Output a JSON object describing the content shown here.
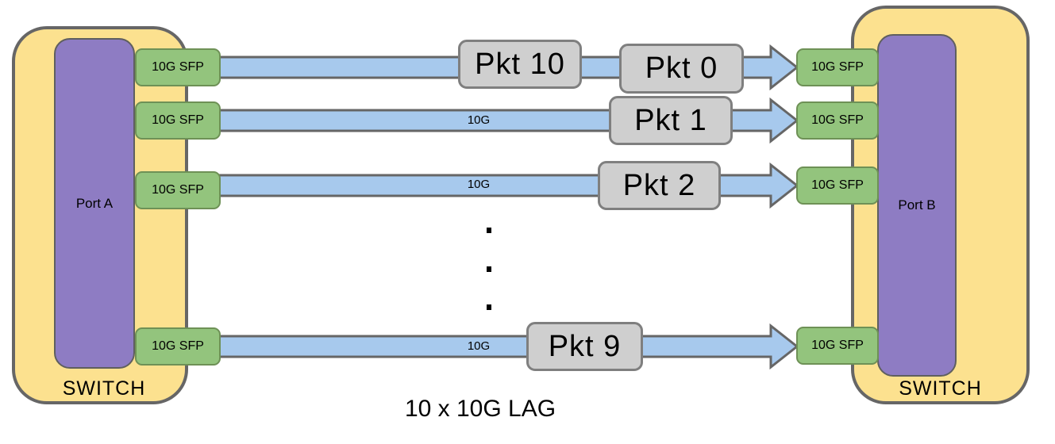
{
  "diagram": {
    "caption": "10 x 10G LAG",
    "ellipsis": "⋮",
    "left_switch": {
      "label": "SWITCH",
      "port": "Port A",
      "sfps": [
        "10G SFP",
        "10G SFP",
        "10G SFP",
        "10G SFP"
      ]
    },
    "right_switch": {
      "label": "SWITCH",
      "port": "Port B",
      "sfps": [
        "10G SFP",
        "10G SFP",
        "10G SFP",
        "10G SFP"
      ]
    },
    "links": [
      {
        "packets": [
          "Pkt 10",
          "Pkt 0"
        ]
      },
      {
        "speed": "10G",
        "packets": [
          "Pkt 1"
        ]
      },
      {
        "speed": "10G",
        "packets": [
          "Pkt 2"
        ]
      },
      {
        "speed": "10G",
        "packets": [
          "Pkt 9"
        ]
      }
    ],
    "colors": {
      "switch_fill": "#FCE18F",
      "port_fill": "#8E7CC3",
      "sfp_fill": "#93C47D",
      "link_fill": "#A7C9ED",
      "packet_fill": "#CFCFCF",
      "outline": "#666666"
    }
  }
}
